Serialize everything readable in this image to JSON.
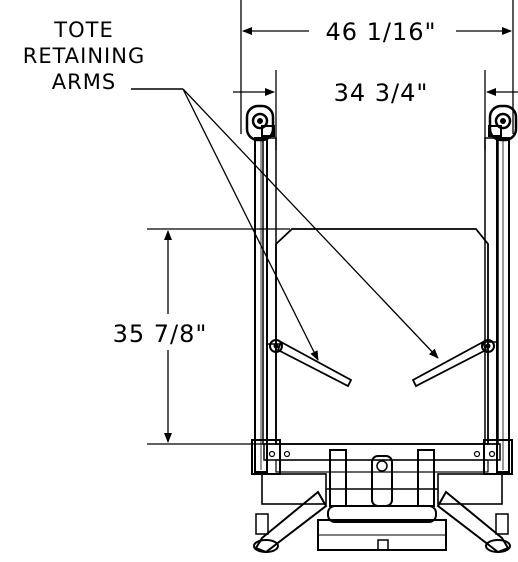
{
  "diagram": {
    "callout": {
      "line1": "TOTE",
      "line2": "RETAINING",
      "line3": "ARMS"
    },
    "dimensions": {
      "overall_width": "46 1/16\"",
      "inner_width": "34 3/4\"",
      "height": "35 7/8\""
    },
    "colors": {
      "ink": "#000000",
      "background": "#ffffff"
    }
  }
}
